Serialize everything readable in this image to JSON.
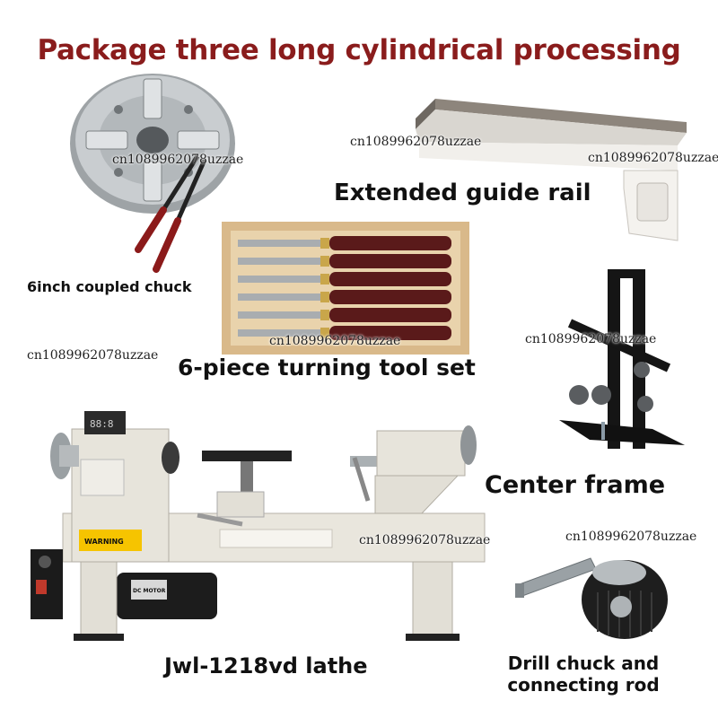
{
  "title": "Package three long cylindrical processing",
  "labels": {
    "chuck": "6inch coupled chuck",
    "rail": "Extended guide rail",
    "toolset": "6-piece turning tool set",
    "center_frame": "Center frame",
    "lathe": "Jwl-1218vd lathe",
    "drill_line1": "Drill chuck and",
    "drill_line2": "connecting rod"
  },
  "lathe_plates": {
    "warning": "WARNING",
    "motor": "DC MOTOR"
  },
  "watermark": "cn1089962078uzzae",
  "colors": {
    "title": "#8a1c1c",
    "label": "#111111",
    "handle": "#5a1a1a",
    "lathe_body": "#e9e6dd",
    "frame_black": "#111111"
  }
}
